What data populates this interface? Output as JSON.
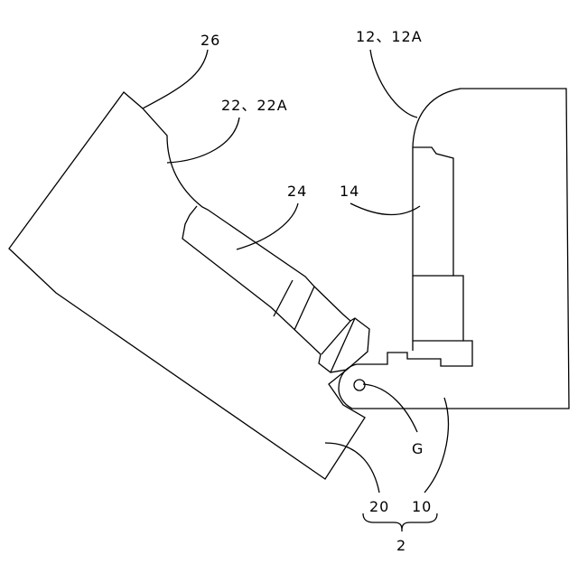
{
  "labels": {
    "l26": "26",
    "l12": "12、12A",
    "l22": "22、22A",
    "l24": "24",
    "l14": "14",
    "lG": "G",
    "l20": "20",
    "l10": "10",
    "l2": "2"
  }
}
